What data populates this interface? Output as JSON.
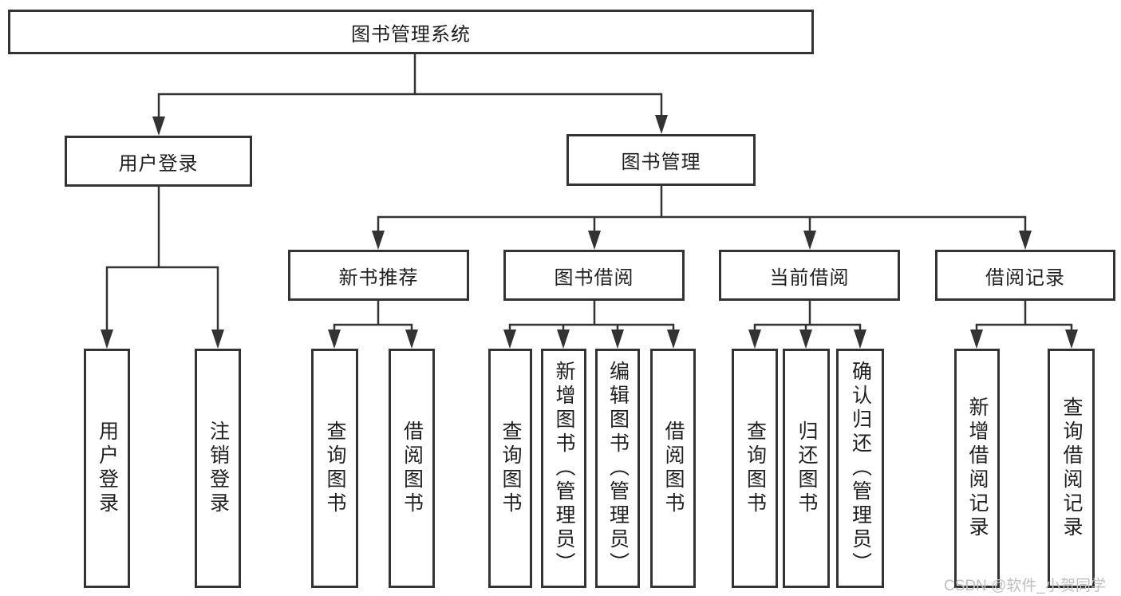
{
  "root": {
    "label": "图书管理系统"
  },
  "login": {
    "label": "用户登录",
    "leaves": [
      "用户登录",
      "注销登录"
    ]
  },
  "mgmt": {
    "label": "图书管理",
    "sections": [
      {
        "label": "新书推荐",
        "leaves": [
          "查询图书",
          "借阅图书"
        ]
      },
      {
        "label": "图书借阅",
        "leaves": [
          "查询图书",
          "新增图书（管理员）",
          "编辑图书（管理员）",
          "借阅图书"
        ]
      },
      {
        "label": "当前借阅",
        "leaves": [
          "查询图书",
          "归还图书",
          "确认归还（管理员）"
        ]
      },
      {
        "label": "借阅记录",
        "leaves": [
          "新增借阅记录",
          "查询借阅记录"
        ]
      }
    ]
  },
  "watermark": {
    "text": "CSDN @软件_小贺同学"
  },
  "colors": {
    "line": "#333333",
    "box_border": "#333333",
    "background": "#ffffff",
    "text": "#1f1f1f",
    "watermark_text": "#bfbfbf"
  }
}
